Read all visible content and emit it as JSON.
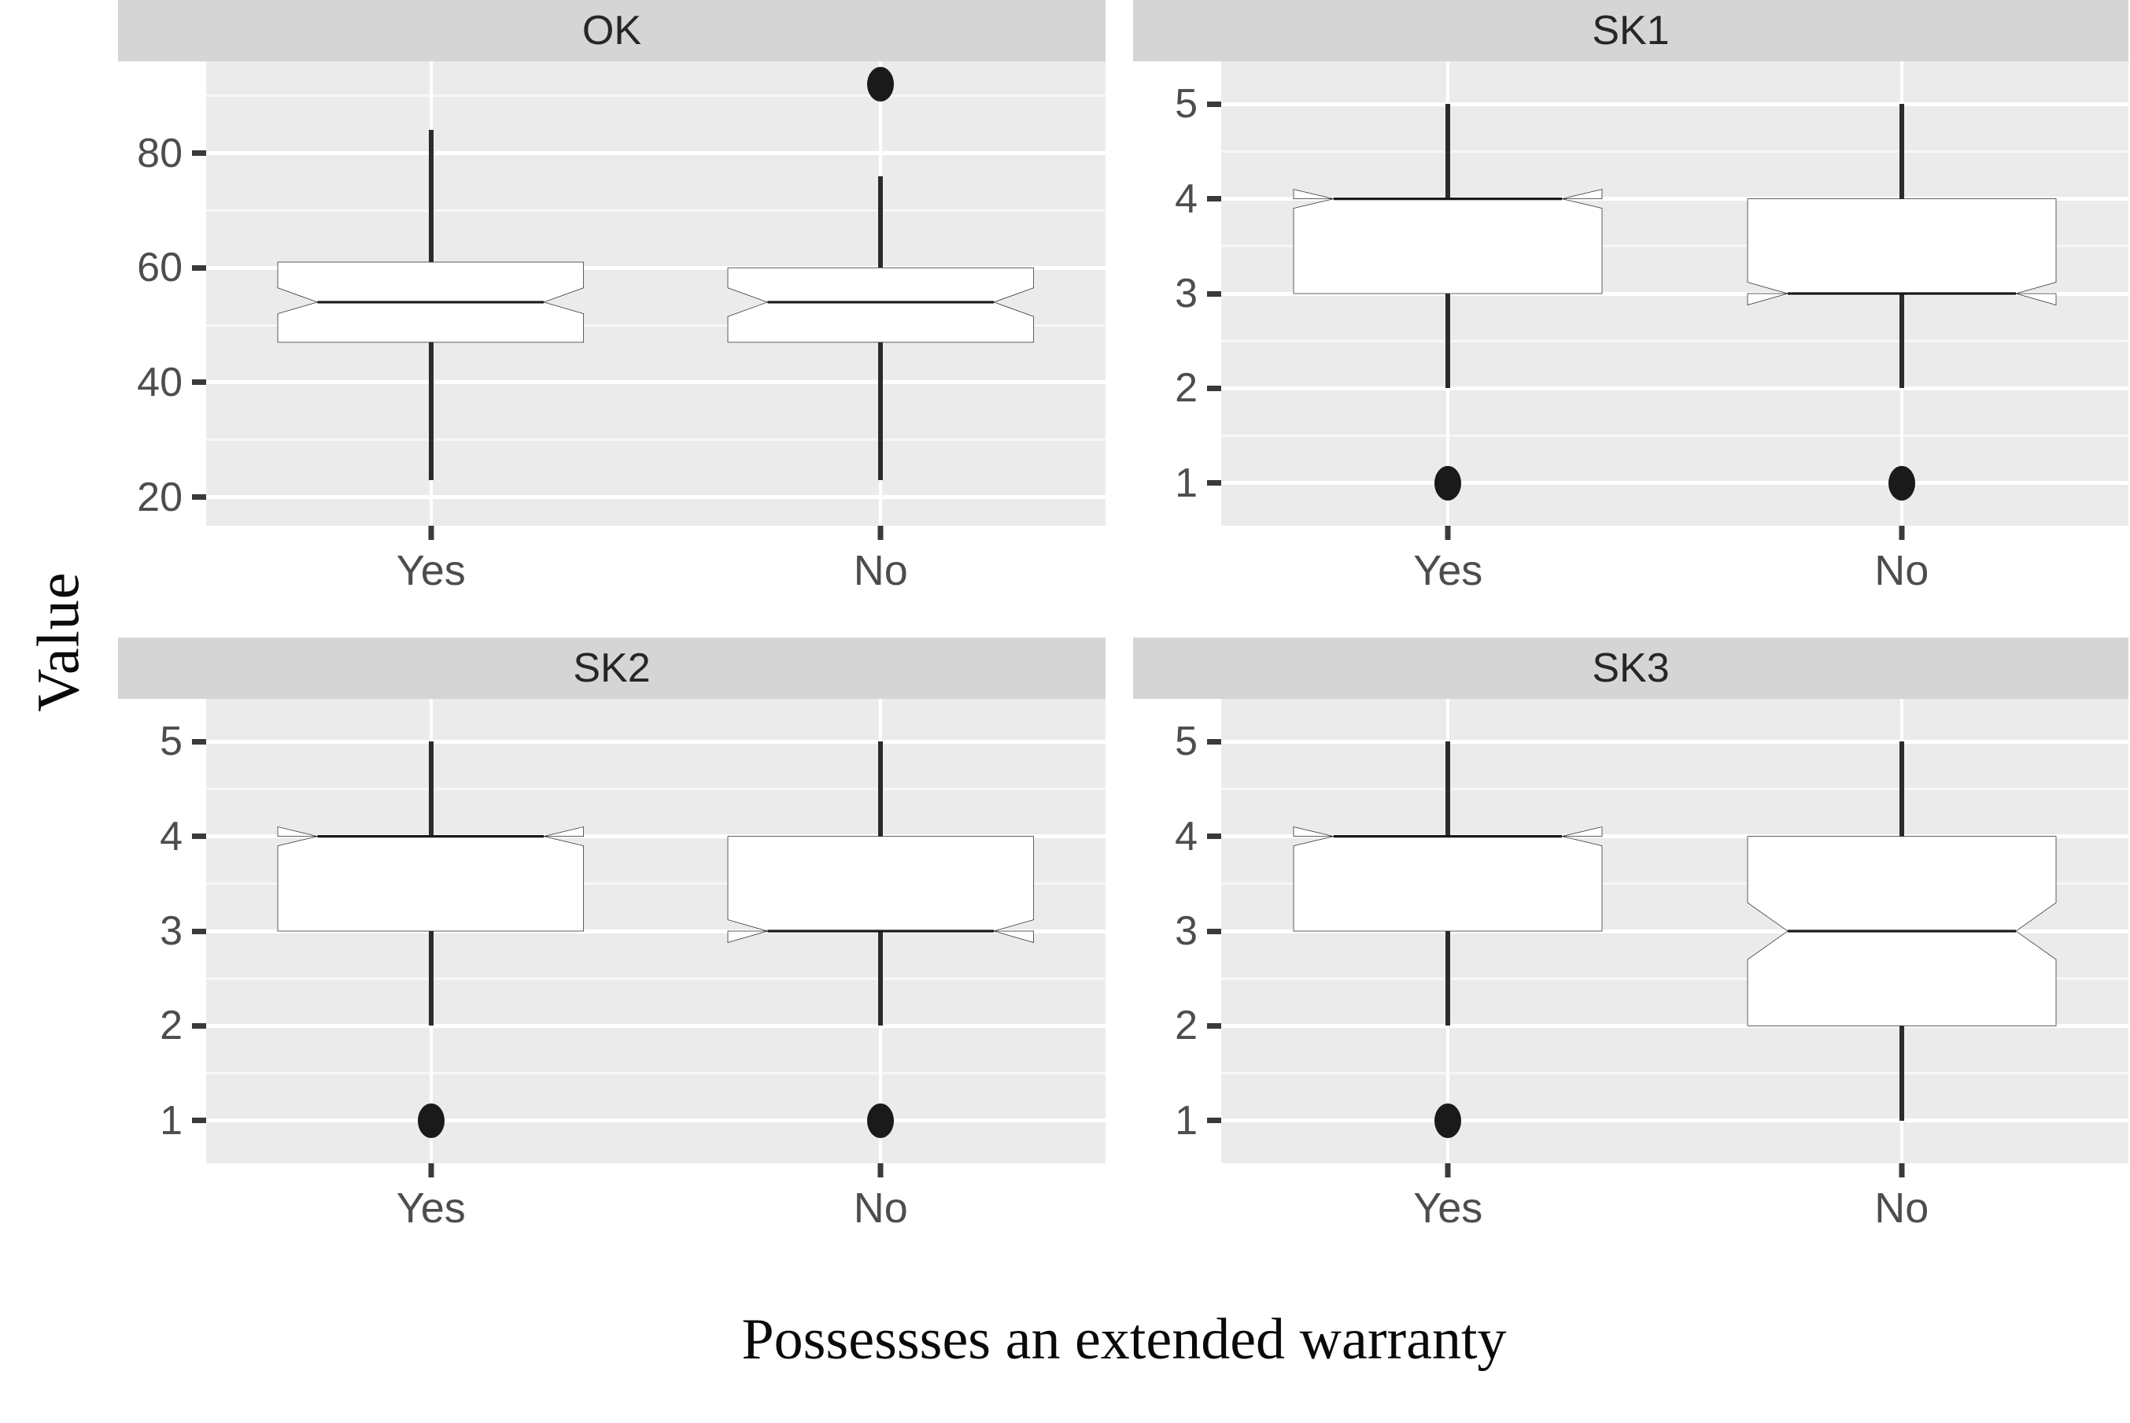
{
  "chart_data": {
    "type": "boxplot",
    "title": "",
    "xlabel": "Possessses an extended warranty",
    "ylabel": "Value",
    "categories": [
      "Yes",
      "No"
    ],
    "grid": true,
    "legend": "none",
    "facet_layout": "2x2",
    "facets": [
      {
        "name": "OK",
        "row": 0,
        "col": 0,
        "ylim": [
          15,
          96
        ],
        "yticks": [
          80,
          60,
          40,
          20
        ],
        "ytick_labels": [
          "80",
          "60",
          "40",
          "20"
        ],
        "yminor": [
          90,
          70,
          50,
          30
        ],
        "boxes": [
          {
            "category": "Yes",
            "whisker_low": 23,
            "q1": 47,
            "median": 54,
            "q3": 61,
            "whisker_high": 84,
            "notch_low": 52,
            "notch_high": 56.5,
            "outliers": []
          },
          {
            "category": "No",
            "whisker_low": 23,
            "q1": 47,
            "median": 54,
            "q3": 60,
            "whisker_high": 76,
            "notch_low": 51.5,
            "notch_high": 56.5,
            "outliers": [
              92
            ]
          }
        ]
      },
      {
        "name": "SK1",
        "row": 0,
        "col": 1,
        "ylim": [
          0.55,
          5.45
        ],
        "yticks": [
          5,
          4,
          3,
          2,
          1
        ],
        "ytick_labels": [
          "5",
          "4",
          "3",
          "2",
          "1"
        ],
        "yminor": [
          4.5,
          3.5,
          2.5,
          1.5
        ],
        "boxes": [
          {
            "category": "Yes",
            "whisker_low": 2,
            "q1": 3,
            "median": 4,
            "q3": 4,
            "whisker_high": 5,
            "notch_low": 3.9,
            "notch_high": 4.1,
            "outliers": [
              1
            ]
          },
          {
            "category": "No",
            "whisker_low": 2,
            "q1": 3,
            "median": 3,
            "q3": 4,
            "whisker_high": 5,
            "notch_low": 2.88,
            "notch_high": 3.12,
            "outliers": [
              1
            ]
          }
        ]
      },
      {
        "name": "SK2",
        "row": 1,
        "col": 0,
        "ylim": [
          0.55,
          5.45
        ],
        "yticks": [
          5,
          4,
          3,
          2,
          1
        ],
        "ytick_labels": [
          "5",
          "4",
          "3",
          "2",
          "1"
        ],
        "yminor": [
          4.5,
          3.5,
          2.5,
          1.5
        ],
        "boxes": [
          {
            "category": "Yes",
            "whisker_low": 2,
            "q1": 3,
            "median": 4,
            "q3": 4,
            "whisker_high": 5,
            "notch_low": 3.9,
            "notch_high": 4.1,
            "outliers": [
              1
            ]
          },
          {
            "category": "No",
            "whisker_low": 2,
            "q1": 3,
            "median": 3,
            "q3": 4,
            "whisker_high": 5,
            "notch_low": 2.88,
            "notch_high": 3.12,
            "outliers": [
              1
            ]
          }
        ]
      },
      {
        "name": "SK3",
        "row": 1,
        "col": 1,
        "ylim": [
          0.55,
          5.45
        ],
        "yticks": [
          5,
          4,
          3,
          2,
          1
        ],
        "ytick_labels": [
          "5",
          "4",
          "3",
          "2",
          "1"
        ],
        "yminor": [
          4.5,
          3.5,
          2.5,
          1.5
        ],
        "boxes": [
          {
            "category": "Yes",
            "whisker_low": 2,
            "q1": 3,
            "median": 4,
            "q3": 4,
            "whisker_high": 5,
            "notch_low": 3.9,
            "notch_high": 4.1,
            "outliers": [
              1
            ]
          },
          {
            "category": "No",
            "whisker_low": 1,
            "q1": 2,
            "median": 3,
            "q3": 4,
            "whisker_high": 5,
            "notch_low": 2.7,
            "notch_high": 3.3,
            "outliers": []
          }
        ]
      }
    ]
  },
  "style": {
    "panel_bg": "#ebebeb",
    "strip_bg": "#d5d5d5",
    "gridline": "#ffffff",
    "box_stroke": "#2b2b2b",
    "box_fill": "#ffffff",
    "median_color": "#1a1a1a",
    "tick_label_color": "#4d4d4d",
    "title_color": "#0a0a0a"
  }
}
